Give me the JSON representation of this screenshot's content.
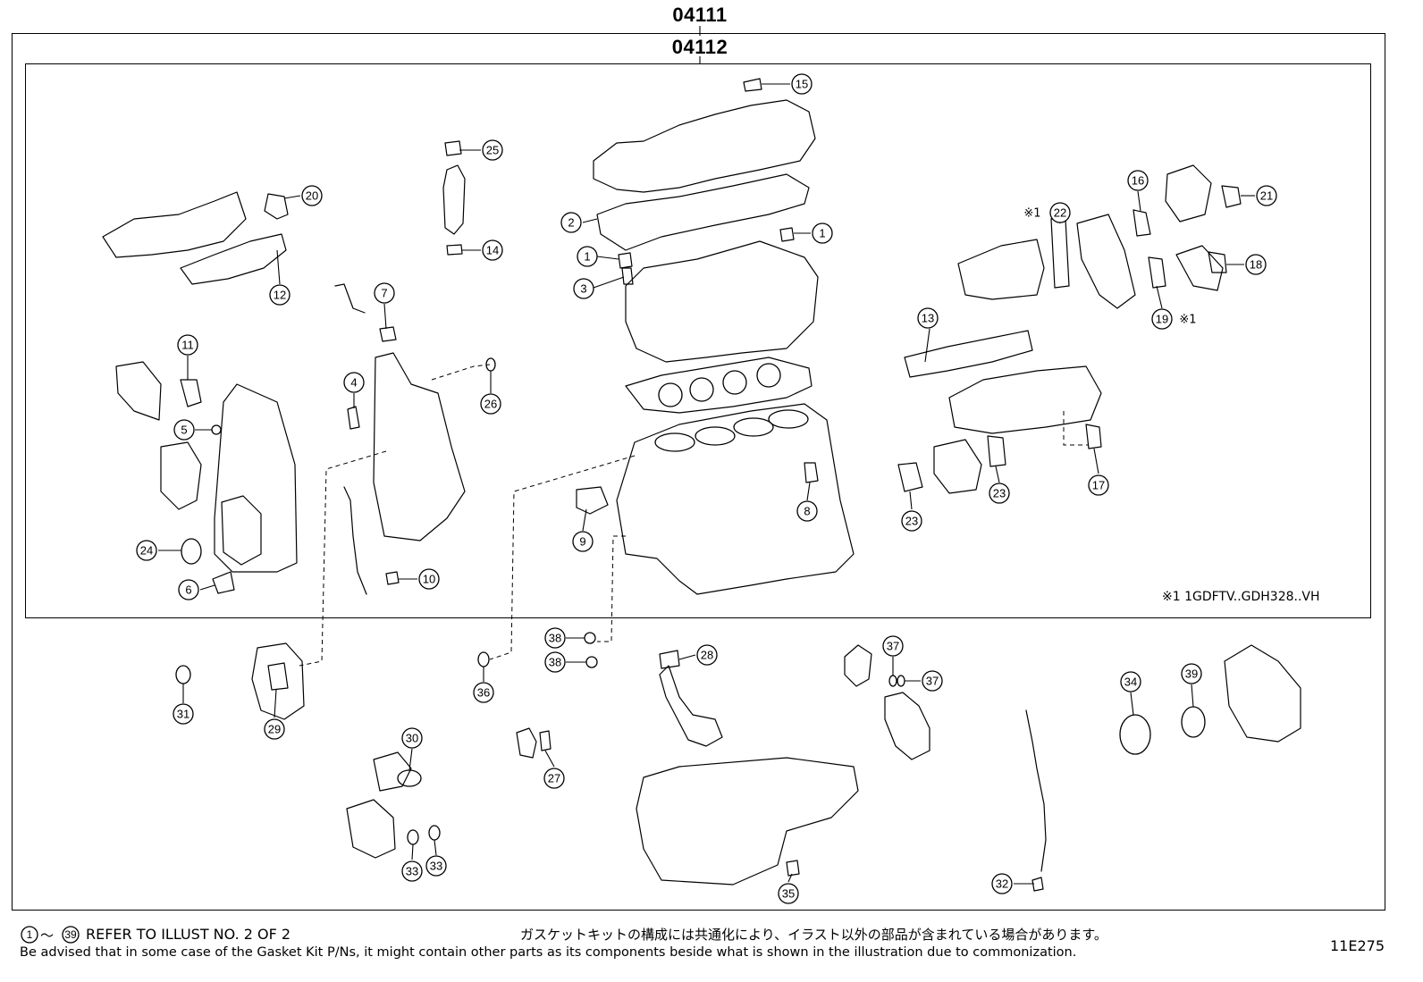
{
  "header": {
    "kit_top": "04111",
    "kit_inner": "04112"
  },
  "note_variant": "※1 1GDFTV..GDH328..VH",
  "callouts": {
    "c1a": "1",
    "c1b": "1",
    "c2": "2",
    "c3": "3",
    "c4": "4",
    "c5": "5",
    "c6": "6",
    "c7": "7",
    "c8": "8",
    "c9": "9",
    "c10": "10",
    "c11": "11",
    "c12": "12",
    "c13": "13",
    "c14": "14",
    "c15": "15",
    "c16": "16",
    "c17": "17",
    "c18": "18",
    "c19": "19",
    "c20": "20",
    "c21": "21",
    "c22": "22",
    "c23a": "23",
    "c23b": "23",
    "c24": "24",
    "c25": "25",
    "c26": "26",
    "c27": "27",
    "c28": "28",
    "c29": "29",
    "c30": "30",
    "c31": "31",
    "c32": "32",
    "c33a": "33",
    "c33b": "33",
    "c34": "34",
    "c35": "35",
    "c36": "36",
    "c37a": "37",
    "c37b": "37",
    "c38a": "38",
    "c38b": "38",
    "c39": "39"
  },
  "markers": {
    "m22": "※1",
    "m19": "※1"
  },
  "footer": {
    "range_start": "1",
    "range_tilde": "〜",
    "range_end": "39",
    "refer": "REFER TO ILLUST NO. 2 OF 2",
    "japanese_note": "ガスケットキットの構成には共通化により、イラスト以外の部品が含まれている場合があります。",
    "english_note": "Be advised that in some case of the Gasket Kit P/Ns,  it might contain other parts as its components beside what is shown in the illustration due to commonization.",
    "illust_code": "11E275"
  }
}
